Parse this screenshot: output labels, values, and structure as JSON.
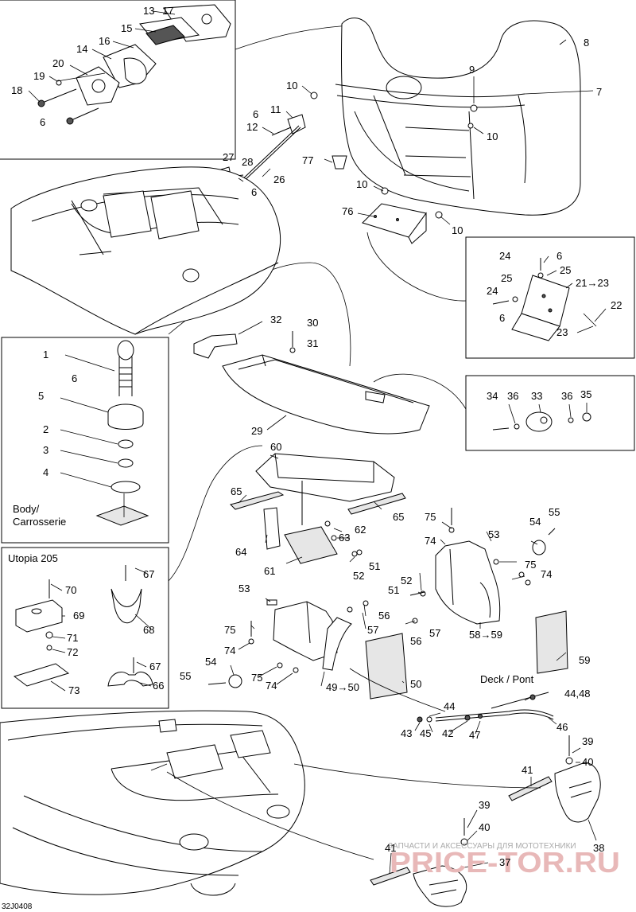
{
  "labels": {
    "n1": "1",
    "n2": "2",
    "n3": "3",
    "n4": "4",
    "n5": "5",
    "n6": "6",
    "n7": "7",
    "n8": "8",
    "n9": "9",
    "n10": "10",
    "n11": "11",
    "n12": "12",
    "n13": "13",
    "n14": "14",
    "n15": "15",
    "n16": "16",
    "n17": "17",
    "n18": "18",
    "n19": "19",
    "n20": "20",
    "n21_23": "21→23",
    "n22": "22",
    "n23": "23",
    "n24": "24",
    "n25": "25",
    "n26": "26",
    "n27": "27",
    "n28": "28",
    "n29": "29",
    "n30": "30",
    "n31": "31",
    "n32": "32",
    "n33": "33",
    "n34": "34",
    "n35": "35",
    "n36": "36",
    "n37": "37",
    "n38": "38",
    "n39": "39",
    "n40": "40",
    "n41": "41",
    "n42": "42",
    "n43": "43",
    "n44": "44",
    "n44_48": "44,48",
    "n45": "45",
    "n46": "46",
    "n47": "47",
    "n49_50": "49→50",
    "n50": "50",
    "n51": "51",
    "n52": "52",
    "n53": "53",
    "n54": "54",
    "n55": "55",
    "n56": "56",
    "n57": "57",
    "n58_59": "58→59",
    "n59": "59",
    "n60": "60",
    "n61": "61",
    "n62": "62",
    "n63": "63",
    "n64": "64",
    "n65": "65",
    "n66": "66",
    "n67": "67",
    "n68": "68",
    "n69": "69",
    "n70": "70",
    "n71": "71",
    "n72": "72",
    "n73": "73",
    "n74": "74",
    "n75": "75",
    "n76": "76",
    "n77": "77"
  },
  "texts": {
    "body_label": "Body/",
    "carrosserie_label": "Carrosserie",
    "utopia_label": "Utopia 205",
    "deck_pont_label": "Deck / Pont",
    "diagram_code": "32J0408"
  },
  "watermark": {
    "subtitle": "ЗАПЧАСТИ И АКСЕССУАРЫ ДЛЯ МОТОТЕХНИКИ",
    "brand": "PRICE-TOR.RU"
  },
  "colors": {
    "line": "#000000",
    "watermark": "#e8b8b8"
  }
}
